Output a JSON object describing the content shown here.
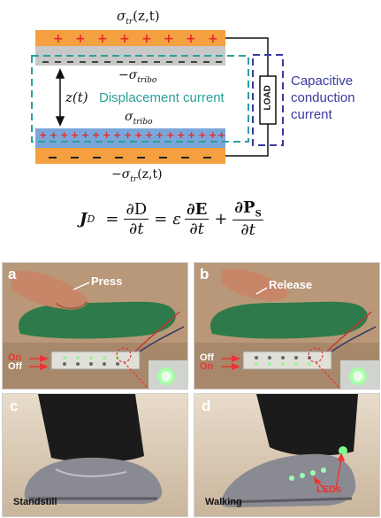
{
  "diagram": {
    "top_charge_label": "σ_tr (z,t)",
    "top_charge_label_parts": {
      "sym": "σ",
      "sub": "tr",
      "args": "(z,t)"
    },
    "neg_tribo_label_parts": {
      "sym": "−σ",
      "sub": "tribo"
    },
    "pos_tribo_label_parts": {
      "sym": "σ",
      "sub": "tribo"
    },
    "bottom_charge_label_parts": {
      "sym": "−σ",
      "sub": "tr",
      "args": "(z,t)"
    },
    "gap_label": "z(t)",
    "displacement_current": "Displacement current",
    "load_label": "LOAD",
    "conduction_current_lines": [
      "Capacitive",
      "conduction",
      "current"
    ],
    "colors": {
      "electrode": "#f4a040",
      "neg_layer": "#c8c8c8",
      "pos_layer": "#7ba6d9",
      "plus_sign": "#e52a2a",
      "minus_sign": "#222222",
      "displacement_box": "#2aa198",
      "conduction_box": "#3a3aa0",
      "conduction_text": "#3a3aa0"
    }
  },
  "equation": {
    "text": "J_D = ∂D/∂t = ε ∂E/∂t + ∂P_S/∂t",
    "lhs": "J",
    "lhs_sub": "D",
    "t1_num": "∂D",
    "t1_den": "∂t",
    "eps": "ε",
    "t2_num": "∂E",
    "t2_den": "∂t",
    "t3_num": "∂P",
    "t3_num_sub": "S",
    "t3_den": "∂t",
    "eq": "=",
    "plus": "+"
  },
  "panels": {
    "a": {
      "letter": "a",
      "label": "Press",
      "on": "On",
      "off": "Off"
    },
    "b": {
      "letter": "b",
      "label": "Release",
      "off": "Off",
      "on": "On"
    },
    "c": {
      "letter": "c",
      "caption": "Standstill"
    },
    "d": {
      "letter": "d",
      "caption": "Walking",
      "leds": "LEDs"
    }
  }
}
